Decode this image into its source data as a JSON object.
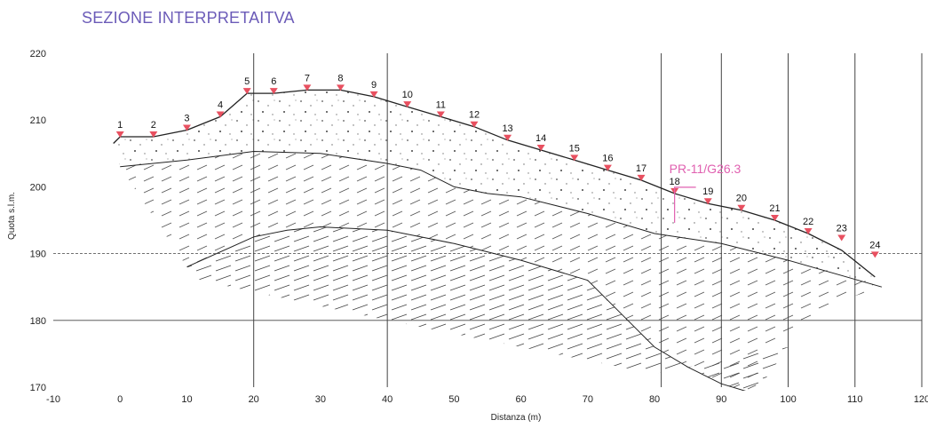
{
  "page": {
    "title": "SEZIONE INTERPRETAITVA"
  },
  "chart_data": {
    "type": "line",
    "title": "SEZIONE INTERPRETAITVA",
    "xlabel": "Distanza (m)",
    "ylabel": "Quota s.l.m.",
    "xlim": [
      -10,
      120
    ],
    "ylim": [
      170,
      220
    ],
    "x_ticks": [
      -10,
      0,
      10,
      20,
      30,
      40,
      50,
      60,
      70,
      80,
      90,
      100,
      110,
      120
    ],
    "y_ticks": [
      170,
      180,
      190,
      200,
      210,
      220
    ],
    "vertical_gridlines_x": [
      20,
      40,
      81,
      90,
      100,
      110,
      120
    ],
    "horizontal_gridlines_y": [
      180,
      190
    ],
    "series": [
      {
        "role": "ground-surface",
        "x": [
          -1,
          0,
          5,
          10,
          15,
          19,
          23,
          28,
          33,
          38,
          43,
          48,
          53,
          58,
          63,
          68,
          73,
          78,
          83,
          88,
          93,
          98,
          103,
          108,
          113
        ],
        "y": [
          206.5,
          207.5,
          207.5,
          208.5,
          210.5,
          214,
          214,
          214.5,
          214.5,
          213.5,
          212,
          210.5,
          209,
          207,
          205.5,
          204,
          202.5,
          201,
          199,
          197.5,
          196.5,
          195,
          193,
          190.5,
          186.5
        ]
      },
      {
        "role": "boundary-1",
        "x": [
          0,
          10,
          20,
          30,
          40,
          45,
          50,
          55,
          60,
          70,
          80,
          90,
          100,
          114
        ],
        "y": [
          203,
          204,
          205.3,
          205,
          203.5,
          202.5,
          200,
          199,
          198.5,
          196,
          193,
          191.5,
          189,
          185
        ]
      },
      {
        "role": "boundary-2",
        "x": [
          10,
          20,
          25,
          30,
          40,
          45,
          50,
          60,
          70,
          75,
          80,
          85,
          90,
          95
        ],
        "y": [
          188,
          192.5,
          193.5,
          194,
          193.5,
          192.5,
          191.5,
          189,
          186,
          181,
          176,
          173,
          170.5,
          169
        ]
      }
    ],
    "stations": [
      {
        "label": "1",
        "x": 0,
        "y": 207.5
      },
      {
        "label": "2",
        "x": 5,
        "y": 207.5
      },
      {
        "label": "3",
        "x": 10,
        "y": 208.5
      },
      {
        "label": "4",
        "x": 15,
        "y": 210.5
      },
      {
        "label": "5",
        "x": 19,
        "y": 214
      },
      {
        "label": "6",
        "x": 23,
        "y": 214
      },
      {
        "label": "7",
        "x": 28,
        "y": 214.5
      },
      {
        "label": "8",
        "x": 33,
        "y": 214.5
      },
      {
        "label": "9",
        "x": 38,
        "y": 213.5
      },
      {
        "label": "10",
        "x": 43,
        "y": 212
      },
      {
        "label": "11",
        "x": 48,
        "y": 210.5
      },
      {
        "label": "12",
        "x": 53,
        "y": 209
      },
      {
        "label": "13",
        "x": 58,
        "y": 207
      },
      {
        "label": "14",
        "x": 63,
        "y": 205.5
      },
      {
        "label": "15",
        "x": 68,
        "y": 204
      },
      {
        "label": "16",
        "x": 73,
        "y": 202.5
      },
      {
        "label": "17",
        "x": 78,
        "y": 201
      },
      {
        "label": "18",
        "x": 83,
        "y": 199
      },
      {
        "label": "19",
        "x": 88,
        "y": 197.5
      },
      {
        "label": "20",
        "x": 93,
        "y": 196.5
      },
      {
        "label": "21",
        "x": 98,
        "y": 195
      },
      {
        "label": "22",
        "x": 103,
        "y": 193
      },
      {
        "label": "23",
        "x": 108,
        "y": 192
      },
      {
        "label": "24",
        "x": 113,
        "y": 189.5
      }
    ],
    "annotations": [
      {
        "text": "PR-11/G26.3",
        "x": 83,
        "y": 201,
        "color": "#e060b0"
      }
    ],
    "colors": {
      "marker": "#e85060",
      "annotation": "#e060b0",
      "title": "#6b5bb8",
      "line": "#222222",
      "grid": "#444444"
    }
  }
}
